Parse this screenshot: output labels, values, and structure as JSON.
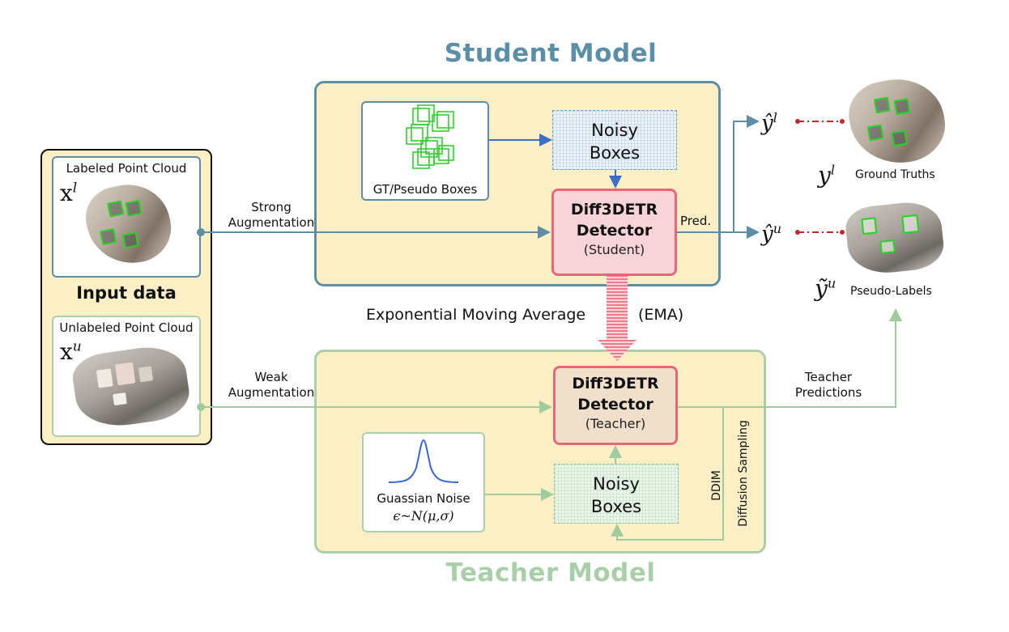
{
  "titles": {
    "student": "Student Model",
    "teacher": "Teacher Model"
  },
  "input": {
    "labeled_caption": "Labeled Point Cloud",
    "labeled_symbol": "x",
    "labeled_sup": "l",
    "unlabeled_caption": "Unlabeled Point Cloud",
    "unlabeled_symbol": "x",
    "unlabeled_sup": "u",
    "heading": "Input data"
  },
  "edges": {
    "strong_1": "Strong",
    "strong_2": "Augmentation",
    "weak_1": "Weak",
    "weak_2": "Augmentation",
    "pred": "Pred.",
    "ema_left": "Exponential Moving Average",
    "ema_right": "(EMA)",
    "teacher_pred_1": "Teacher",
    "teacher_pred_2": "Predictions",
    "ddim": "DDIM",
    "diffusion": "Diffusion Sampling"
  },
  "student": {
    "gt_caption": "GT/Pseudo Boxes",
    "noisy_1": "Noisy",
    "noisy_2": "Boxes",
    "detector_name_1": "Diff3DETR",
    "detector_name_2": "Detector",
    "detector_role": "(Student)"
  },
  "teacher": {
    "noise_caption": "Guassian Noise",
    "noise_formula": "ϵ~N(μ,σ)",
    "noisy_1": "Noisy",
    "noisy_2": "Boxes",
    "detector_name_1": "Diff3DETR",
    "detector_name_2": "Detector",
    "detector_role": "(Teacher)"
  },
  "outputs": {
    "y_hat_l": "ŷ",
    "y_hat_l_sup": "l",
    "y_hat_u": "ŷ",
    "y_hat_u_sup": "u",
    "y_l": "y",
    "y_l_sup": "l",
    "ground_truths": "Ground Truths",
    "y_tilde_u": "ỹ",
    "y_tilde_u_sup": "u",
    "pseudo_labels": "Pseudo-Labels"
  },
  "colors": {
    "student": "#5d8ea6",
    "teacher": "#a9d0a6",
    "detector_border": "#e7667a",
    "match_dash": "#c0282d",
    "panel_fill": "#fcefc6"
  }
}
